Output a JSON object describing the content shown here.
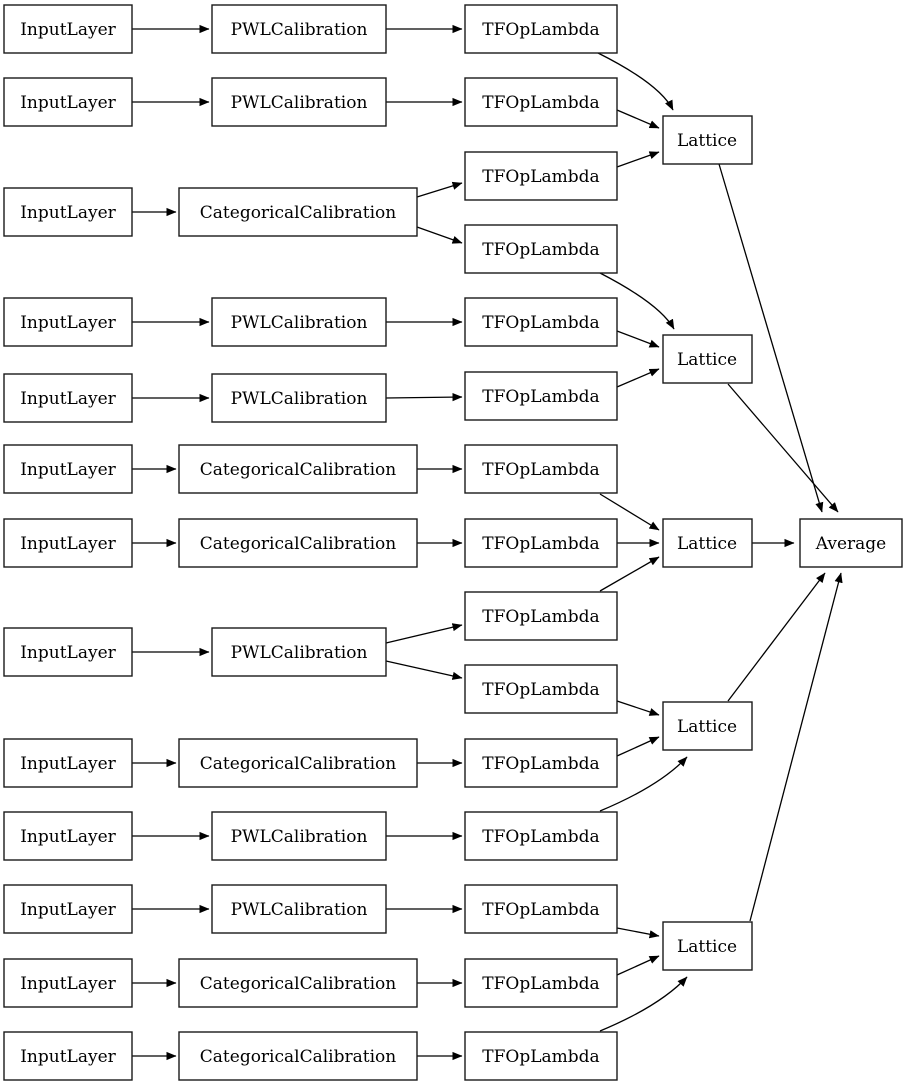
{
  "graph": {
    "type": "keras-model-graph",
    "colors": {
      "background": "#ffffff",
      "node_fill": "#ffffff",
      "node_border": "#1a1a1a",
      "edge": "#000000",
      "text": "#000000"
    },
    "node_type_labels": {
      "input": "InputLayer",
      "pwl_calibration": "PWLCalibration",
      "categorical_calibration": "CategoricalCalibration",
      "tf_op_lambda": "TFOpLambda",
      "lattice": "Lattice",
      "average": "Average"
    },
    "nodes": [
      {
        "id": "in1",
        "label": "InputLayer"
      },
      {
        "id": "in2",
        "label": "InputLayer"
      },
      {
        "id": "in3",
        "label": "InputLayer"
      },
      {
        "id": "in4",
        "label": "InputLayer"
      },
      {
        "id": "in5",
        "label": "InputLayer"
      },
      {
        "id": "in6",
        "label": "InputLayer"
      },
      {
        "id": "in7",
        "label": "InputLayer"
      },
      {
        "id": "in8",
        "label": "InputLayer"
      },
      {
        "id": "in9",
        "label": "InputLayer"
      },
      {
        "id": "in10",
        "label": "InputLayer"
      },
      {
        "id": "in11",
        "label": "InputLayer"
      },
      {
        "id": "in12",
        "label": "InputLayer"
      },
      {
        "id": "in13",
        "label": "InputLayer"
      },
      {
        "id": "cal1",
        "label": "PWLCalibration"
      },
      {
        "id": "cal2",
        "label": "PWLCalibration"
      },
      {
        "id": "cal3",
        "label": "CategoricalCalibration"
      },
      {
        "id": "cal4",
        "label": "PWLCalibration"
      },
      {
        "id": "cal5",
        "label": "PWLCalibration"
      },
      {
        "id": "cal6",
        "label": "CategoricalCalibration"
      },
      {
        "id": "cal7",
        "label": "CategoricalCalibration"
      },
      {
        "id": "cal8",
        "label": "PWLCalibration"
      },
      {
        "id": "cal9",
        "label": "CategoricalCalibration"
      },
      {
        "id": "cal10",
        "label": "PWLCalibration"
      },
      {
        "id": "cal11",
        "label": "PWLCalibration"
      },
      {
        "id": "cal12",
        "label": "CategoricalCalibration"
      },
      {
        "id": "cal13",
        "label": "CategoricalCalibration"
      },
      {
        "id": "op1",
        "label": "TFOpLambda"
      },
      {
        "id": "op2",
        "label": "TFOpLambda"
      },
      {
        "id": "op3",
        "label": "TFOpLambda"
      },
      {
        "id": "op4",
        "label": "TFOpLambda"
      },
      {
        "id": "op5",
        "label": "TFOpLambda"
      },
      {
        "id": "op6",
        "label": "TFOpLambda"
      },
      {
        "id": "op7",
        "label": "TFOpLambda"
      },
      {
        "id": "op8",
        "label": "TFOpLambda"
      },
      {
        "id": "op9",
        "label": "TFOpLambda"
      },
      {
        "id": "op10",
        "label": "TFOpLambda"
      },
      {
        "id": "op11",
        "label": "TFOpLambda"
      },
      {
        "id": "op12",
        "label": "TFOpLambda"
      },
      {
        "id": "op13",
        "label": "TFOpLambda"
      },
      {
        "id": "op14",
        "label": "TFOpLambda"
      },
      {
        "id": "op15",
        "label": "TFOpLambda"
      },
      {
        "id": "lat1",
        "label": "Lattice"
      },
      {
        "id": "lat2",
        "label": "Lattice"
      },
      {
        "id": "lat3",
        "label": "Lattice"
      },
      {
        "id": "lat4",
        "label": "Lattice"
      },
      {
        "id": "lat5",
        "label": "Lattice"
      },
      {
        "id": "avg",
        "label": "Average"
      }
    ],
    "edges": [
      {
        "from": "in1",
        "to": "cal1"
      },
      {
        "from": "in2",
        "to": "cal2"
      },
      {
        "from": "in3",
        "to": "cal3"
      },
      {
        "from": "in4",
        "to": "cal4"
      },
      {
        "from": "in5",
        "to": "cal5"
      },
      {
        "from": "in6",
        "to": "cal6"
      },
      {
        "from": "in7",
        "to": "cal7"
      },
      {
        "from": "in8",
        "to": "cal8"
      },
      {
        "from": "in9",
        "to": "cal9"
      },
      {
        "from": "in10",
        "to": "cal10"
      },
      {
        "from": "in11",
        "to": "cal11"
      },
      {
        "from": "in12",
        "to": "cal12"
      },
      {
        "from": "in13",
        "to": "cal13"
      },
      {
        "from": "cal1",
        "to": "op1"
      },
      {
        "from": "cal2",
        "to": "op2"
      },
      {
        "from": "cal3",
        "to": "op3"
      },
      {
        "from": "cal3",
        "to": "op4"
      },
      {
        "from": "cal4",
        "to": "op5"
      },
      {
        "from": "cal5",
        "to": "op6"
      },
      {
        "from": "cal6",
        "to": "op7"
      },
      {
        "from": "cal7",
        "to": "op8"
      },
      {
        "from": "cal8",
        "to": "op9"
      },
      {
        "from": "cal8",
        "to": "op10"
      },
      {
        "from": "cal9",
        "to": "op11"
      },
      {
        "from": "cal10",
        "to": "op12"
      },
      {
        "from": "cal11",
        "to": "op13"
      },
      {
        "from": "cal12",
        "to": "op14"
      },
      {
        "from": "cal13",
        "to": "op15"
      },
      {
        "from": "op1",
        "to": "lat1"
      },
      {
        "from": "op2",
        "to": "lat1"
      },
      {
        "from": "op3",
        "to": "lat1"
      },
      {
        "from": "op4",
        "to": "lat2"
      },
      {
        "from": "op5",
        "to": "lat2"
      },
      {
        "from": "op6",
        "to": "lat2"
      },
      {
        "from": "op7",
        "to": "lat3"
      },
      {
        "from": "op8",
        "to": "lat3"
      },
      {
        "from": "op9",
        "to": "lat3"
      },
      {
        "from": "op10",
        "to": "lat4"
      },
      {
        "from": "op11",
        "to": "lat4"
      },
      {
        "from": "op12",
        "to": "lat4"
      },
      {
        "from": "op13",
        "to": "lat5"
      },
      {
        "from": "op14",
        "to": "lat5"
      },
      {
        "from": "op15",
        "to": "lat5"
      },
      {
        "from": "lat1",
        "to": "avg"
      },
      {
        "from": "lat2",
        "to": "avg"
      },
      {
        "from": "lat3",
        "to": "avg"
      },
      {
        "from": "lat4",
        "to": "avg"
      },
      {
        "from": "lat5",
        "to": "avg"
      }
    ]
  }
}
